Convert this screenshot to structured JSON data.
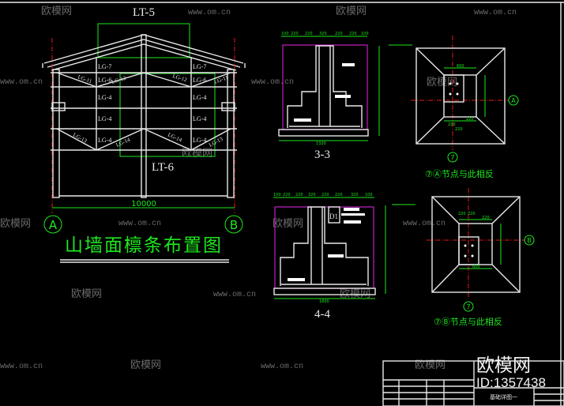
{
  "colors": {
    "background": "#000000",
    "lines": "#e8e8e8",
    "dimensions": "#1ee81e",
    "section_border": "#c020c0",
    "axis": "#e01818"
  },
  "elevation": {
    "title": "山墙面檩条布置图",
    "lt_top": "LT-5",
    "lt_bottom": "LT-6",
    "purlins_left": [
      "LG-7",
      "LG-6",
      "LG-4",
      "LG-4",
      "LG-4"
    ],
    "purlins_right": [
      "LG-7",
      "LG-6",
      "LG-4",
      "LG-4",
      "LG-4"
    ],
    "diagonals": [
      "LG-11",
      "LG-12",
      "LG-12",
      "LG-11",
      "LG-13",
      "LG-14",
      "LG-14",
      "LG-13"
    ],
    "span": "10000",
    "axis_left": "A",
    "axis_right": "B"
  },
  "sections": [
    {
      "label": "3-3",
      "dims_top": [
        "100",
        "220",
        "220",
        "320",
        "220",
        "220",
        "100"
      ],
      "width": "1320"
    },
    {
      "label": "4-4",
      "dims_top": [
        "100",
        "220",
        "220",
        "320",
        "220",
        "220",
        "320",
        "100"
      ],
      "width": "1800",
      "tag": "D1"
    }
  ],
  "plans": [
    {
      "axis": "A",
      "grid": "7",
      "note": "⑦Ⓐ节点与此相反",
      "dims": [
        "600",
        "220",
        "220",
        "220"
      ]
    },
    {
      "axis": "B",
      "grid": "7",
      "note": "⑦Ⓑ节点与此相反",
      "dims": [
        "220",
        "220",
        "220",
        "600"
      ]
    }
  ],
  "title_block": {
    "drawing_name": "基础详图一"
  },
  "watermark": {
    "brand": "欧模网",
    "url": "www.om.cn",
    "id": "ID:1357438"
  }
}
